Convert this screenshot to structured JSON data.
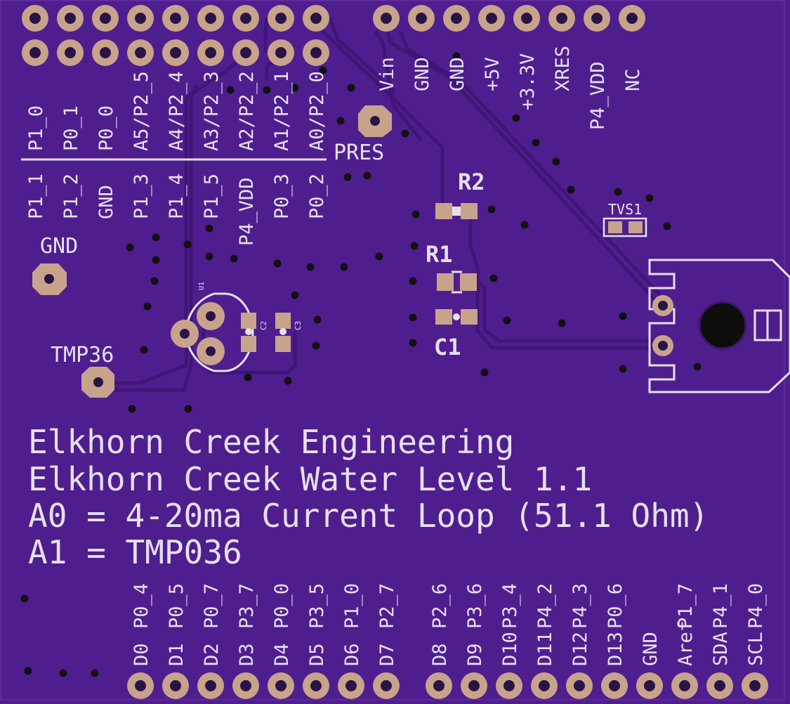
{
  "colors": {
    "board": "#4f1e8e",
    "trace": "#3f1577",
    "copper": "#c8a38c",
    "silkscreen": "#e6e0ee",
    "drill": "#1a1a1a"
  },
  "header_top": {
    "upper_labels": [
      "P1_0",
      "P0_1",
      "P0_0",
      "A5/P2_5",
      "A4/P2_4",
      "A3/P2_3",
      "A2/P2_2",
      "A1/P2_1",
      "A0/P2_0"
    ],
    "lower_labels": [
      "P1_1",
      "P1_2",
      "GND",
      "P1_3",
      "P1_4",
      "P1_5",
      "P4_VDD",
      "P0_3",
      "P0_2"
    ]
  },
  "power_header": {
    "labels": [
      "Vin",
      "GND",
      "GND",
      "+5V",
      "+3.3V",
      "XRES",
      "P4_VDD",
      "NC"
    ]
  },
  "pads": {
    "pres": "PRES",
    "gnd": "GND",
    "tmp36": "TMP36"
  },
  "components": {
    "r1": "R1",
    "r2": "R2",
    "c1": "C1",
    "c2": "C2",
    "c3": "C3",
    "u1": "U1",
    "tvs1": "TVS1"
  },
  "title_block": {
    "line1": "Elkhorn Creek Engineering",
    "line2": "Elkhorn Creek Water Level 1.1",
    "line3": "A0 = 4-20ma Current Loop (51.1 Ohm)",
    "line4": "A1 = TMP036"
  },
  "header_bottom": {
    "digital_labels": [
      "D0",
      "D1",
      "D2",
      "D3",
      "D4",
      "D5",
      "D6",
      "D7",
      "D8",
      "D9",
      "D10",
      "D11",
      "D12",
      "D13",
      "GND",
      "Aref",
      "SDA",
      "SCL"
    ],
    "port_labels": [
      "P0_4",
      "P0_5",
      "P0_7",
      "P3_7",
      "P0_0",
      "P3_5",
      "P1_0",
      "P2_7",
      "P2_6",
      "P3_6",
      "P3_4",
      "P4_2",
      "P4_3",
      "P0_6",
      "",
      "P1_7",
      "P4_1",
      "P4_0"
    ]
  }
}
